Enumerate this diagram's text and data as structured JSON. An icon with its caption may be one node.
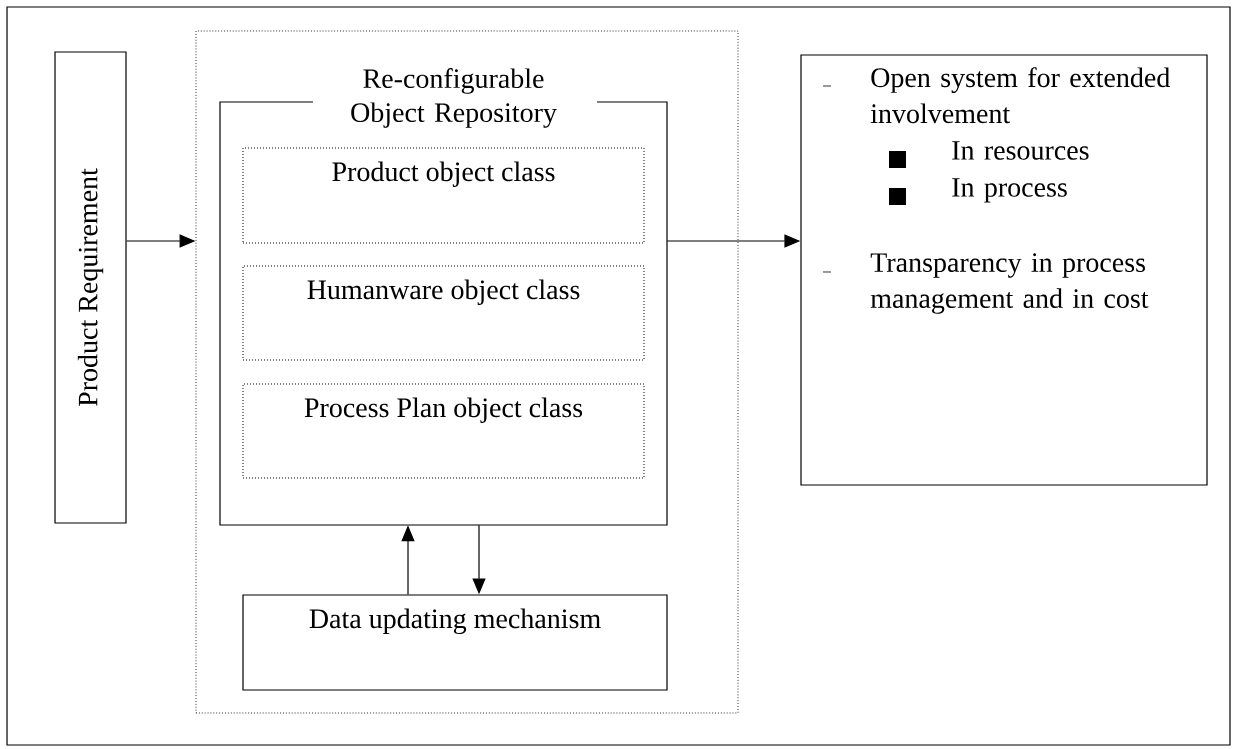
{
  "diagram": {
    "nodes": [
      {
        "text": [
          "Product Requirement"
        ]
      },
      {
        "text": [],
        "shape": "box"
      },
      {
        "text": [
          "Re-configurable Object Repository"
        ],
        "in": 1
      },
      {
        "text": [
          "Product object class"
        ],
        "in": 2
      },
      {
        "text": [
          "Humanware object class"
        ],
        "in": 2
      },
      {
        "text": [
          "Process Plan object class"
        ],
        "in": 2
      },
      {
        "text": [
          "Data updating mechanism"
        ],
        "in": 1
      },
      {
        "text": [
          "Open system for extended involvement",
          "In resources",
          "In process",
          "Transparency in process management and in cost"
        ]
      }
    ],
    "edges": [
      {
        "from": 0,
        "to": 1,
        "arrow": "to"
      },
      {
        "from": 2,
        "to": 7,
        "arrow": "to"
      },
      {
        "from": 6,
        "to": 2,
        "arrow": "to"
      },
      {
        "from": 2,
        "to": 6,
        "arrow": "to"
      }
    ]
  }
}
